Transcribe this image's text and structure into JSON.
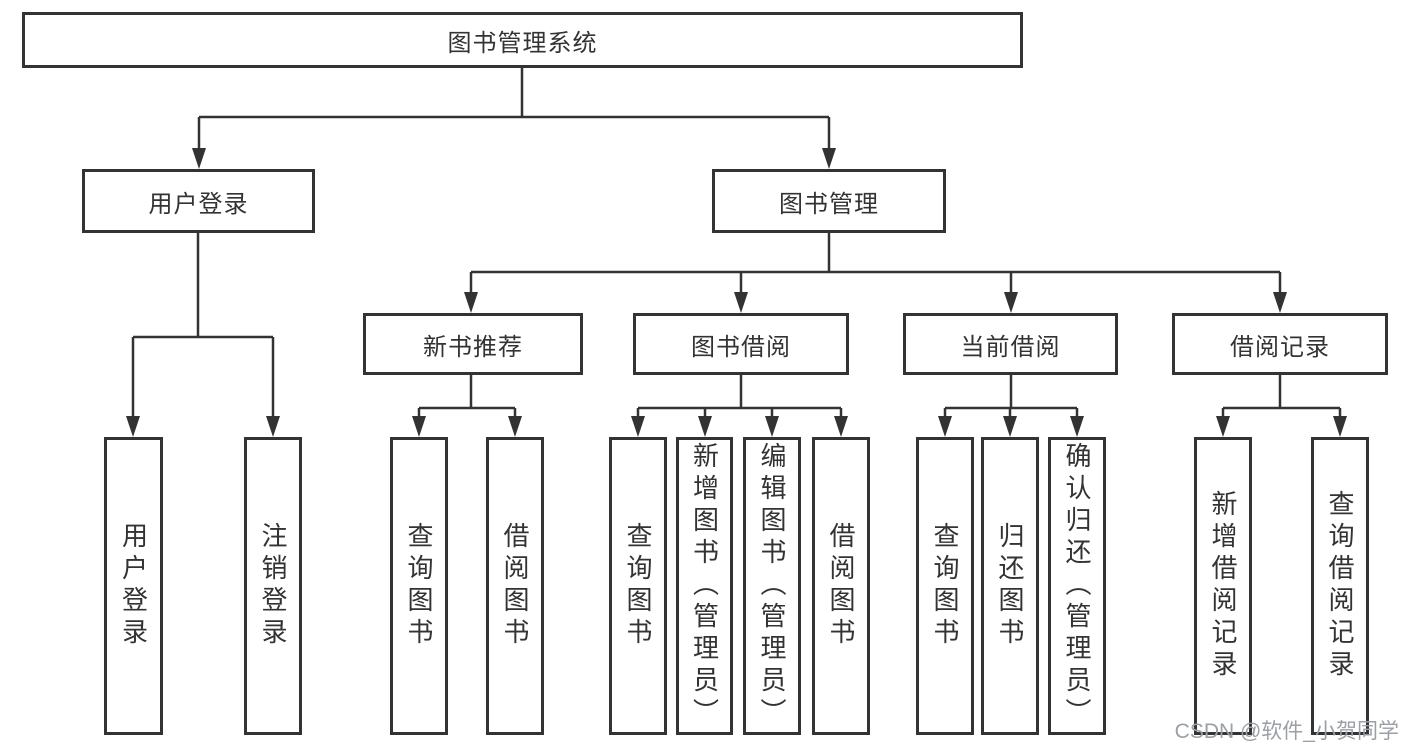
{
  "diagram": {
    "title": "图书管理系统",
    "root": {
      "label": "图书管理系统"
    },
    "level2": [
      {
        "label": "用户登录"
      },
      {
        "label": "图书管理"
      }
    ],
    "level3": [
      {
        "label": "新书推荐"
      },
      {
        "label": "图书借阅"
      },
      {
        "label": "当前借阅"
      },
      {
        "label": "借阅记录"
      }
    ],
    "leaves": [
      {
        "label": "用户登录"
      },
      {
        "label": "注销登录"
      },
      {
        "label": "查询图书"
      },
      {
        "label": "借阅图书"
      },
      {
        "label": "查询图书"
      },
      {
        "label": "新增图书（管理员）"
      },
      {
        "label": "编辑图书（管理员）"
      },
      {
        "label": "借阅图书"
      },
      {
        "label": "查询图书"
      },
      {
        "label": "归还图书"
      },
      {
        "label": "确认归还（管理员）"
      },
      {
        "label": "新增借阅记录"
      },
      {
        "label": "查询借阅记录"
      }
    ],
    "watermark": "CSDN @软件_小贺同学",
    "colors": {
      "line": "#333333",
      "text": "#333333",
      "watermark": "#9aa0a6",
      "background": "#ffffff"
    }
  }
}
